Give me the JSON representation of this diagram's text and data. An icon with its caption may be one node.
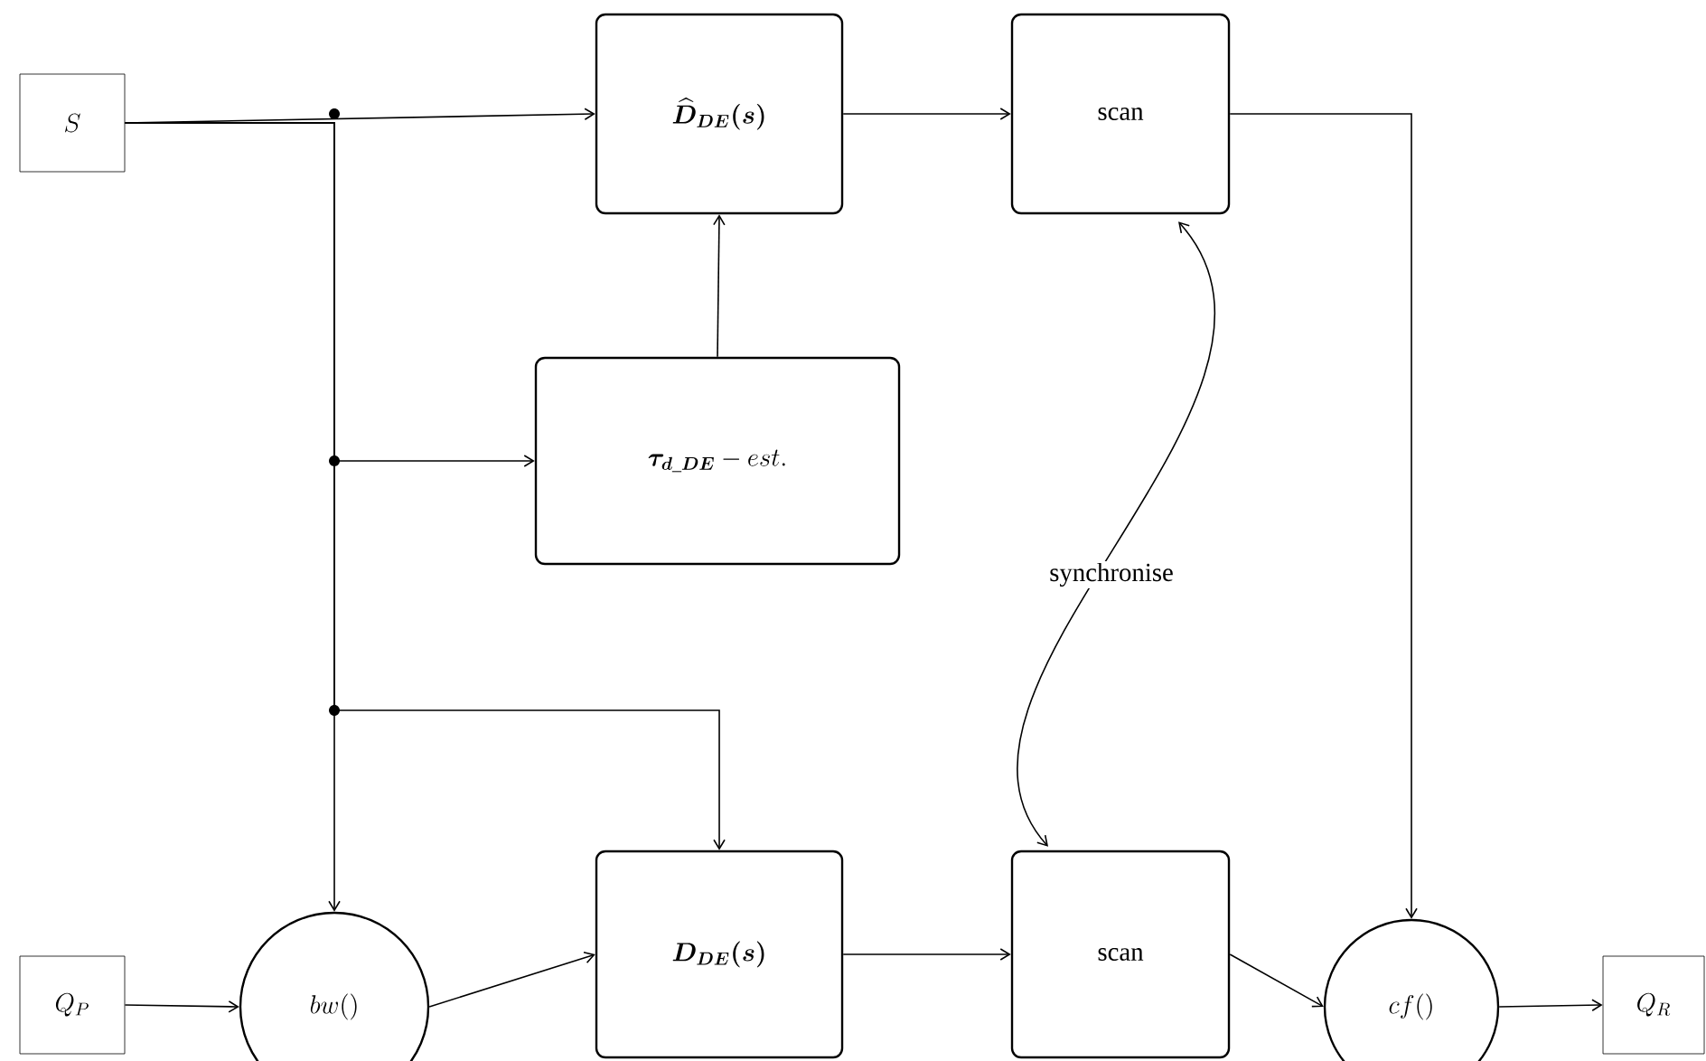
{
  "diagram": {
    "nodes": [
      {
        "text": [
          "S"
        ]
      },
      {
        "text": [
          "\\boldsymbol{\\widehat{D}_{DE}(s)}"
        ]
      },
      {
        "text": [
          "scan"
        ]
      },
      {
        "text": [
          "\\boldsymbol{\\tau_{d\\_DE}} - est."
        ]
      },
      {
        "text": [
          "Q_P"
        ]
      },
      {
        "text": [
          "bw()"
        ]
      },
      {
        "text": [
          "\\boldsymbol{D_{DE}(s)}"
        ]
      },
      {
        "text": [
          "scan"
        ]
      },
      {
        "text": [
          "cf()"
        ]
      },
      {
        "text": [
          "Q_R"
        ]
      }
    ],
    "edges": [
      {
        "from": 0,
        "to": 1,
        "arrow": "to"
      },
      {
        "from": 0,
        "to": 3,
        "arrow": "to"
      },
      {
        "from": 0,
        "to": 6,
        "arrow": "to"
      },
      {
        "from": 0,
        "to": 5,
        "arrow": "to"
      },
      {
        "from": 3,
        "to": 1,
        "arrow": "to"
      },
      {
        "from": 1,
        "to": 2,
        "arrow": "to"
      },
      {
        "from": 2,
        "to": 8,
        "arrow": "to"
      },
      {
        "from": 4,
        "to": 5,
        "arrow": "to"
      },
      {
        "from": 5,
        "to": 6,
        "arrow": "to"
      },
      {
        "from": 6,
        "to": 7,
        "arrow": "to"
      },
      {
        "from": 7,
        "to": 8,
        "arrow": "to"
      },
      {
        "from": 8,
        "to": 9,
        "arrow": "to"
      },
      {
        "from": 2,
        "to": 7,
        "arrow": "both",
        "label": "synchronise"
      }
    ]
  }
}
